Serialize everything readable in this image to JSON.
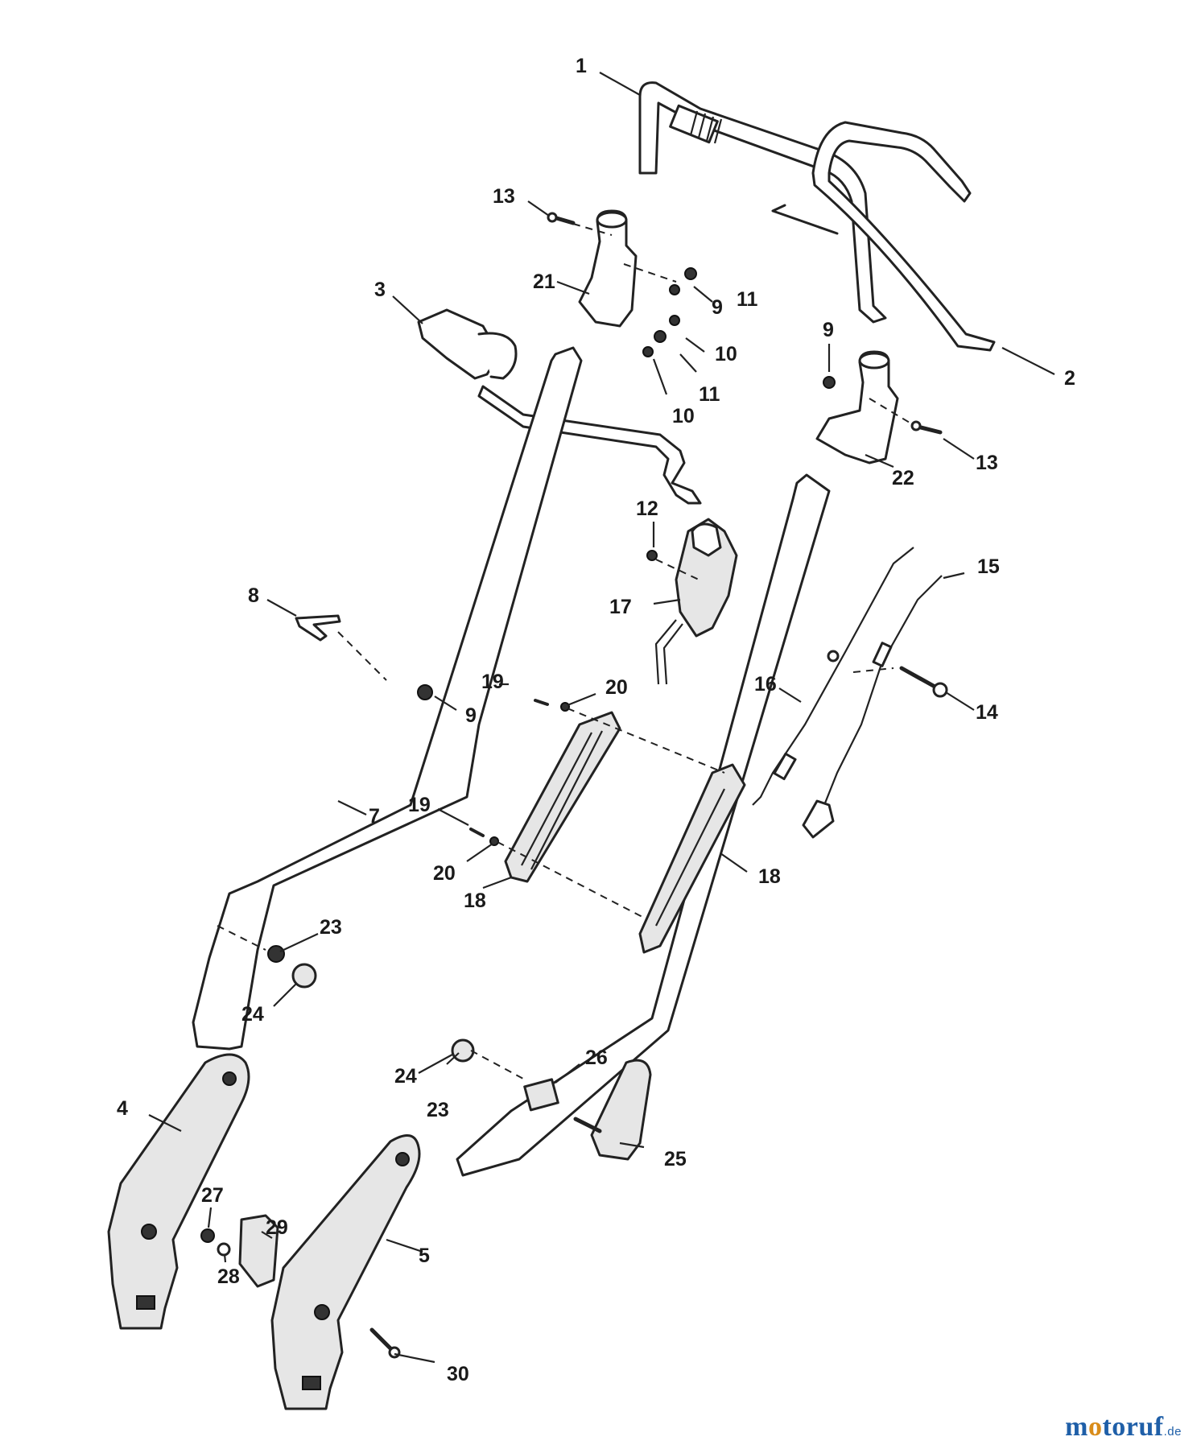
{
  "diagram": {
    "callouts": [
      {
        "id": "c1",
        "label": "1"
      },
      {
        "id": "c2",
        "label": "2"
      },
      {
        "id": "c3",
        "label": "3"
      },
      {
        "id": "c4",
        "label": "4"
      },
      {
        "id": "c5",
        "label": "5"
      },
      {
        "id": "c7",
        "label": "7"
      },
      {
        "id": "c8",
        "label": "8"
      },
      {
        "id": "c9a",
        "label": "9"
      },
      {
        "id": "c9b",
        "label": "9"
      },
      {
        "id": "c9c",
        "label": "9"
      },
      {
        "id": "c10a",
        "label": "10"
      },
      {
        "id": "c10b",
        "label": "10"
      },
      {
        "id": "c11a",
        "label": "11"
      },
      {
        "id": "c11b",
        "label": "11"
      },
      {
        "id": "c12",
        "label": "12"
      },
      {
        "id": "c13a",
        "label": "13"
      },
      {
        "id": "c13b",
        "label": "13"
      },
      {
        "id": "c14",
        "label": "14"
      },
      {
        "id": "c15",
        "label": "15"
      },
      {
        "id": "c16",
        "label": "16"
      },
      {
        "id": "c17",
        "label": "17"
      },
      {
        "id": "c18a",
        "label": "18"
      },
      {
        "id": "c18b",
        "label": "18"
      },
      {
        "id": "c19a",
        "label": "19"
      },
      {
        "id": "c19b",
        "label": "19"
      },
      {
        "id": "c20a",
        "label": "20"
      },
      {
        "id": "c20b",
        "label": "20"
      },
      {
        "id": "c21",
        "label": "21"
      },
      {
        "id": "c22",
        "label": "22"
      },
      {
        "id": "c23a",
        "label": "23"
      },
      {
        "id": "c23b",
        "label": "23"
      },
      {
        "id": "c24a",
        "label": "24"
      },
      {
        "id": "c24b",
        "label": "24"
      },
      {
        "id": "c25",
        "label": "25"
      },
      {
        "id": "c26",
        "label": "26"
      },
      {
        "id": "c27",
        "label": "27"
      },
      {
        "id": "c28",
        "label": "28"
      },
      {
        "id": "c29",
        "label": "29"
      },
      {
        "id": "c30",
        "label": "30"
      }
    ]
  },
  "watermark": {
    "m": "m",
    "o": "o",
    "rest": "toruf",
    "tld": ".de"
  }
}
